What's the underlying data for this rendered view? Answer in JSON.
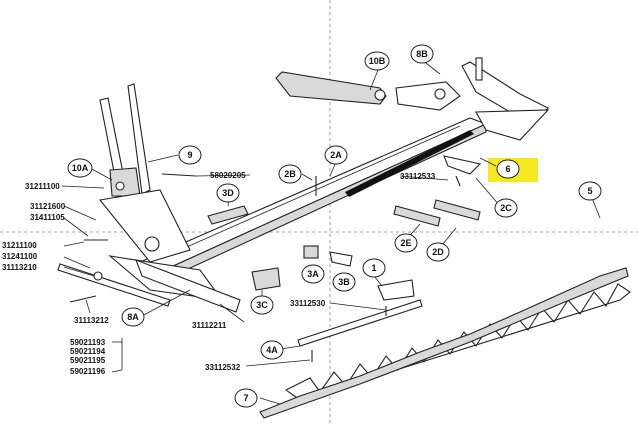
{
  "callouts": {
    "c1": "1",
    "c2a": "2A",
    "c2b": "2B",
    "c2c": "2C",
    "c2d": "2D",
    "c2e": "2E",
    "c3a": "3A",
    "c3b": "3B",
    "c3c": "3C",
    "c3d": "3D",
    "c4a": "4A",
    "c5": "5",
    "c6": "6",
    "c7": "7",
    "c8a": "8A",
    "c8b": "8B",
    "c9": "9",
    "c10a": "10A",
    "c10b": "10B"
  },
  "part_numbers": {
    "p31211100a": "31211100",
    "p58020205": "58020205",
    "p31121600": "31121600",
    "p31411105": "31411105",
    "p31211100b": "31211100",
    "p31241100": "31241100",
    "p31113210": "31113210",
    "p31113212": "31113212",
    "p31112211": "31112211",
    "p33112533": "33112533",
    "p33112530": "33112530",
    "p33112532": "33112532",
    "p59021193": "59021193",
    "p59021194": "59021194",
    "p59021195": "59021195",
    "p59021196": "59021196"
  },
  "colors": {
    "highlight": "#f5e821",
    "line": "#222222",
    "grid": "#888888",
    "shade": "#d9d9d9"
  }
}
